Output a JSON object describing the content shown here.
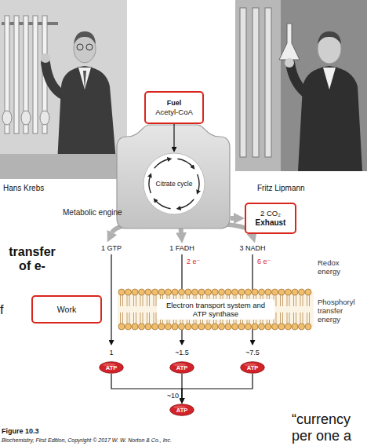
{
  "diagram": {
    "caption": "Figure 10.3",
    "nodes": [
      {
        "text": [
          "Fuel",
          "Acetyl-CoA"
        ]
      },
      {
        "text": [
          "Metabolic engine"
        ]
      },
      {
        "text": [
          "Citrate cycle"
        ],
        "in": 1
      },
      {
        "text": [
          "2 CO₂",
          "Exhaust"
        ]
      },
      {
        "text": [
          "Work"
        ]
      },
      {
        "text": [
          "Electron transport system and ATP synthase"
        ]
      },
      {
        "text": [
          "ATP"
        ]
      },
      {
        "text": [
          "ATP"
        ]
      },
      {
        "text": [
          "ATP"
        ]
      },
      {
        "text": [
          "ATP"
        ]
      }
    ],
    "edges": [
      {
        "from": 0,
        "to": 2,
        "arrow": "to"
      },
      {
        "from": 1,
        "to": 3,
        "arrow": "to"
      },
      {
        "from": 6,
        "to": 9,
        "arrow": "to"
      },
      {
        "from": 7,
        "to": 9,
        "arrow": "to"
      },
      {
        "from": 8,
        "to": 9,
        "arrow": "to"
      }
    ],
    "labels": [
      "Hans Krebs",
      "Fritz Lipmann",
      "transfer of e-",
      "1 GTP",
      "1 FADH",
      "3 NADH",
      "2 e⁻",
      "6 e⁻",
      "Redox energy",
      "f",
      "Phosphoryl transfer energy",
      "1",
      "~1.5",
      "~7.5",
      "~10",
      "“currency",
      "per one a",
      "Biochemistry, First Edition, Copyright © 2017 W. W. Norton & Co., Inc."
    ]
  }
}
